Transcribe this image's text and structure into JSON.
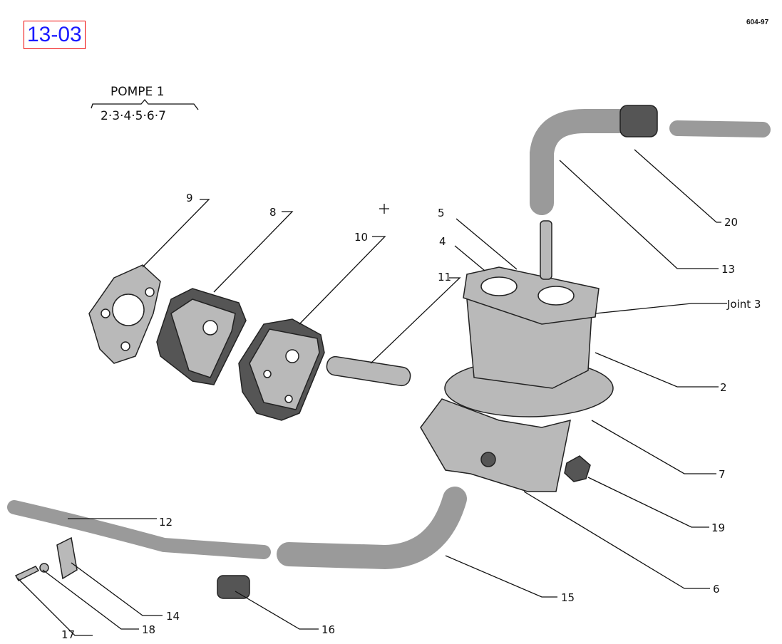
{
  "page_ref": "13-03",
  "doc_code": "604-97",
  "title": {
    "heading": "POMPE 1",
    "parts": "2·3·4·5·6·7"
  },
  "callouts": [
    {
      "label": "9"
    },
    {
      "label": "8"
    },
    {
      "label": "10"
    },
    {
      "label": "5"
    },
    {
      "label": "4"
    },
    {
      "label": "11"
    },
    {
      "label": "20"
    },
    {
      "label": "13"
    },
    {
      "label": "Joint 3"
    },
    {
      "label": "2"
    },
    {
      "label": "7"
    },
    {
      "label": "19"
    },
    {
      "label": "6"
    },
    {
      "label": "12"
    },
    {
      "label": "14"
    },
    {
      "label": "15"
    },
    {
      "label": "16"
    },
    {
      "label": "17"
    },
    {
      "label": "18"
    }
  ]
}
